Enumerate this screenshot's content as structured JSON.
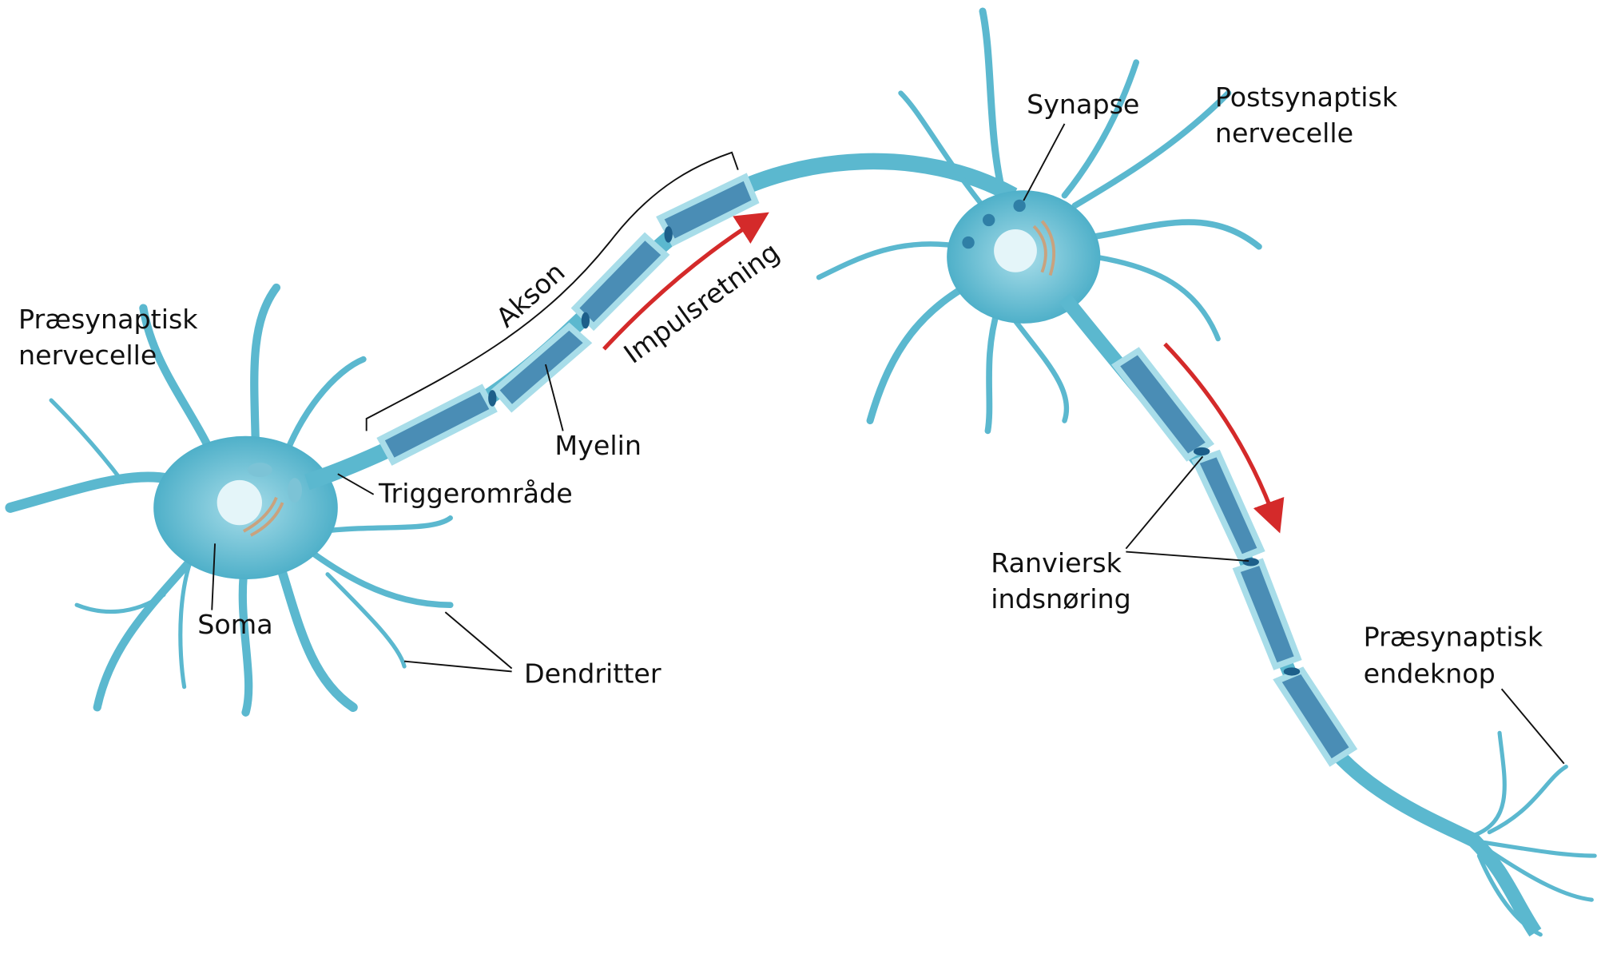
{
  "colors": {
    "neuron": "#5bb8cf",
    "neuron_light": "#a8dde9",
    "myelin": "#4a8db5",
    "node": "#1d5f8a",
    "arrow": "#d42a2a",
    "golgi": "#c9a27e"
  },
  "labels": {
    "presynaptic_cell_1": "Præsynaptisk",
    "presynaptic_cell_2": "nervecelle",
    "axon": "Akson",
    "impulse_direction": "Impulsretning",
    "myelin": "Myelin",
    "trigger_zone": "Triggerområde",
    "soma": "Soma",
    "dendrites": "Dendritter",
    "synapse": "Synapse",
    "postsynaptic_cell_1": "Postsynaptisk",
    "postsynaptic_cell_2": "nervecelle",
    "node_ranvier_1": "Ranviersk",
    "node_ranvier_2": "indsnøring",
    "terminal_1": "Præsynaptisk",
    "terminal_2": "endeknop"
  }
}
